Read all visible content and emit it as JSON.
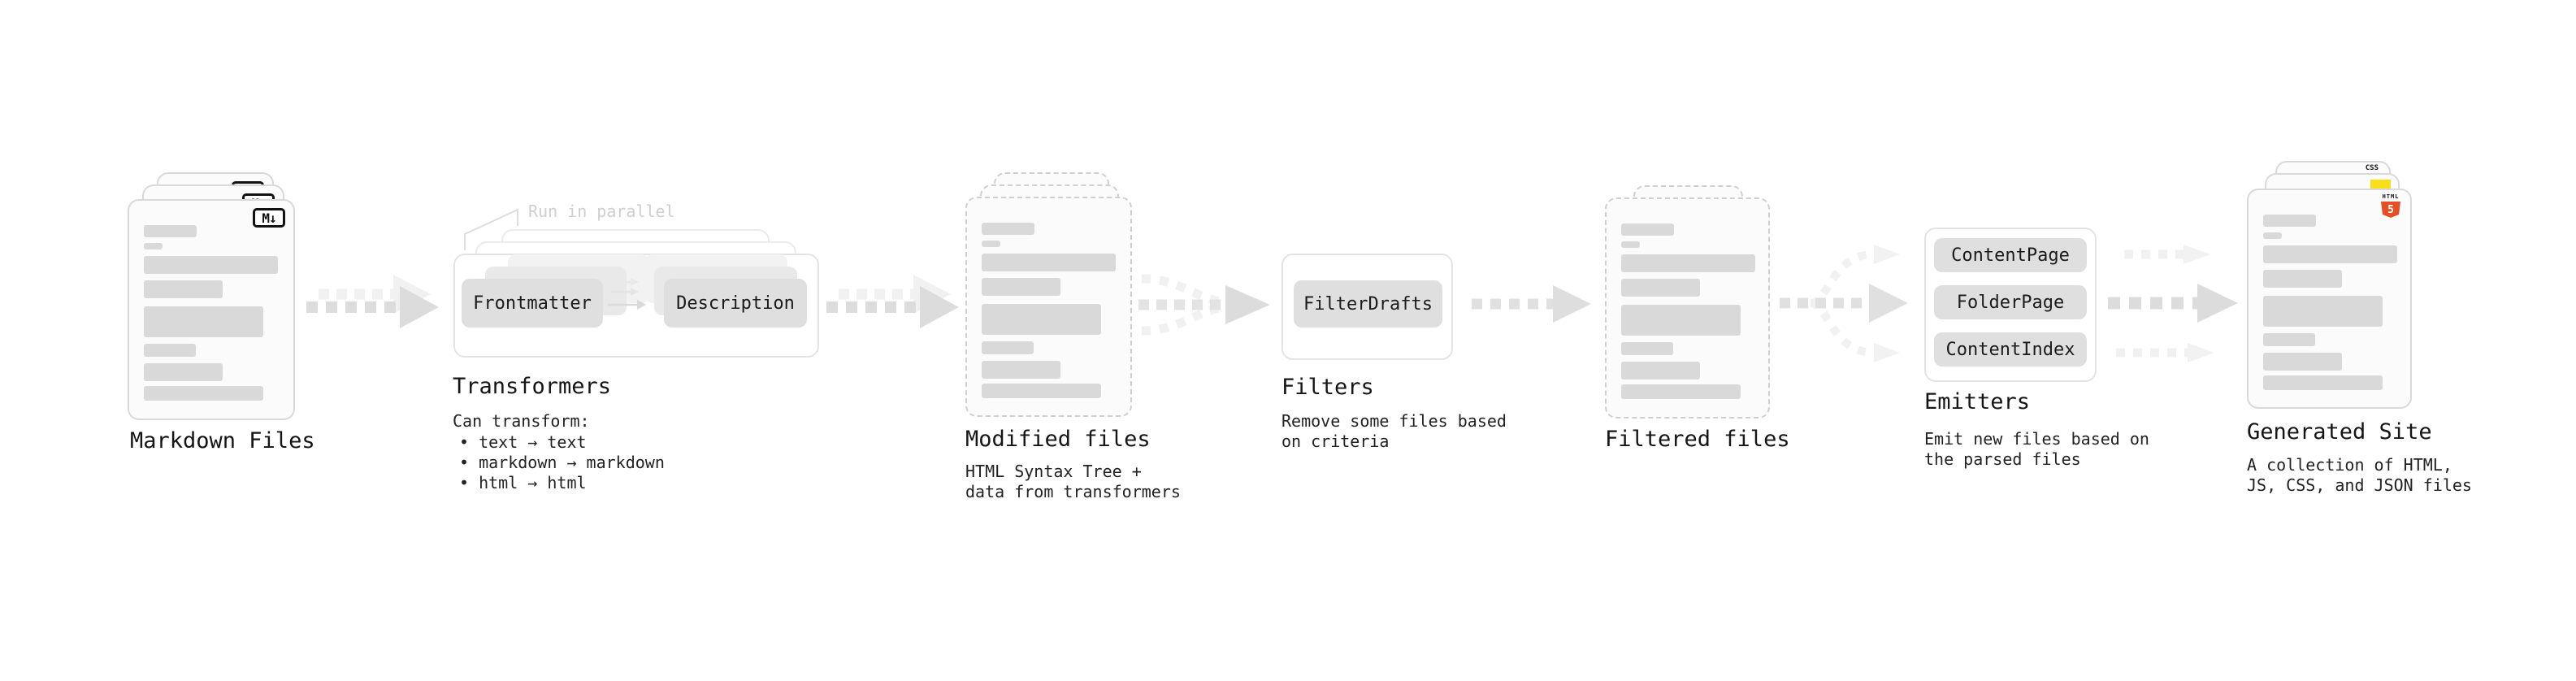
{
  "stages": {
    "markdown": {
      "title": "Markdown Files",
      "file_icon": "M↓"
    },
    "transformers": {
      "title": "Transformers",
      "annotation": "Run in parallel",
      "subtitle": "Can transform:",
      "bullets": [
        "• text → text",
        "• markdown → markdown",
        "• html → html"
      ],
      "boxes": [
        "Frontmatter",
        "Description"
      ]
    },
    "modified": {
      "title": "Modified files",
      "subtitle": "HTML Syntax Tree +\ndata from transformers"
    },
    "filters": {
      "title": "Filters",
      "subtitle": "Remove some files based\non criteria",
      "boxes": [
        "FilterDrafts"
      ]
    },
    "filtered": {
      "title": "Filtered files"
    },
    "emitters": {
      "title": "Emitters",
      "subtitle": "Emit new files based on\nthe parsed files",
      "boxes": [
        "ContentPage",
        "FolderPage",
        "ContentIndex"
      ]
    },
    "generated": {
      "title": "Generated Site",
      "subtitle": "A collection of HTML,\nJS, CSS, and JSON files",
      "badges": {
        "css": "CSS",
        "html_word": "HTML",
        "html_number": "5"
      }
    }
  },
  "colors": {
    "background": "#ffffff",
    "doc_fill": "#fbfbfb",
    "doc_border": "#d9d9d9",
    "dashed_border": "#cfcfcf",
    "content_bar": "#d9d9d9",
    "node_fill": "#dfdfdf",
    "container_border": "#e3e3e3",
    "arrow": "#dcdcdc",
    "arrow_light": "#f1f1f1",
    "annotation_text": "#cfcfcf",
    "text": "#151515",
    "html5_orange": "#e34f26",
    "js_yellow": "#f7df1e",
    "css_blue": "#2965f1"
  }
}
